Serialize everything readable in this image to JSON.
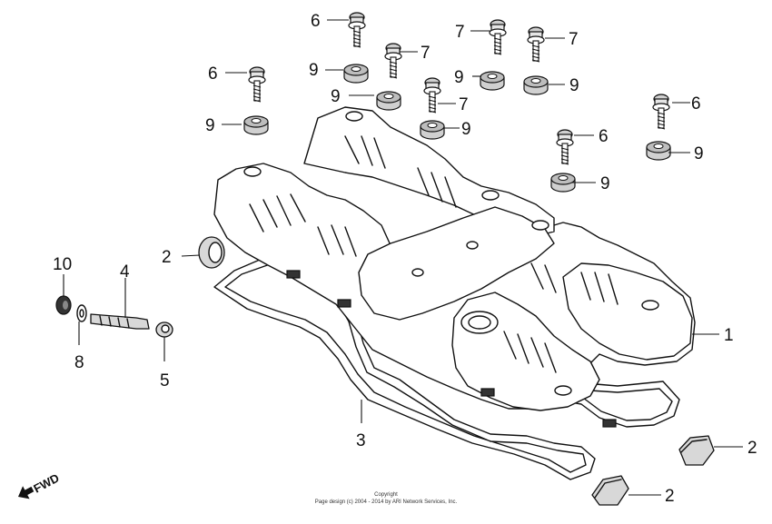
{
  "callouts": {
    "c1": "1",
    "c2a": "2",
    "c2b": "2",
    "c2c": "2",
    "c3": "3",
    "c4": "4",
    "c5": "5",
    "c6a": "6",
    "c6b": "6",
    "c6c": "6",
    "c6d": "6",
    "c7a": "7",
    "c7b": "7",
    "c7c": "7",
    "c7d": "7",
    "c8": "8",
    "c9a": "9",
    "c9b": "9",
    "c9c": "9",
    "c9d": "9",
    "c9e": "9",
    "c9f": "9",
    "c9g": "9",
    "c9h": "9",
    "c10": "10"
  },
  "fwd_label": "FWD",
  "copyright": {
    "line1": "Copyright",
    "line2": "Page design (c) 2004 - 2014 by ARI Network Services, Inc."
  }
}
